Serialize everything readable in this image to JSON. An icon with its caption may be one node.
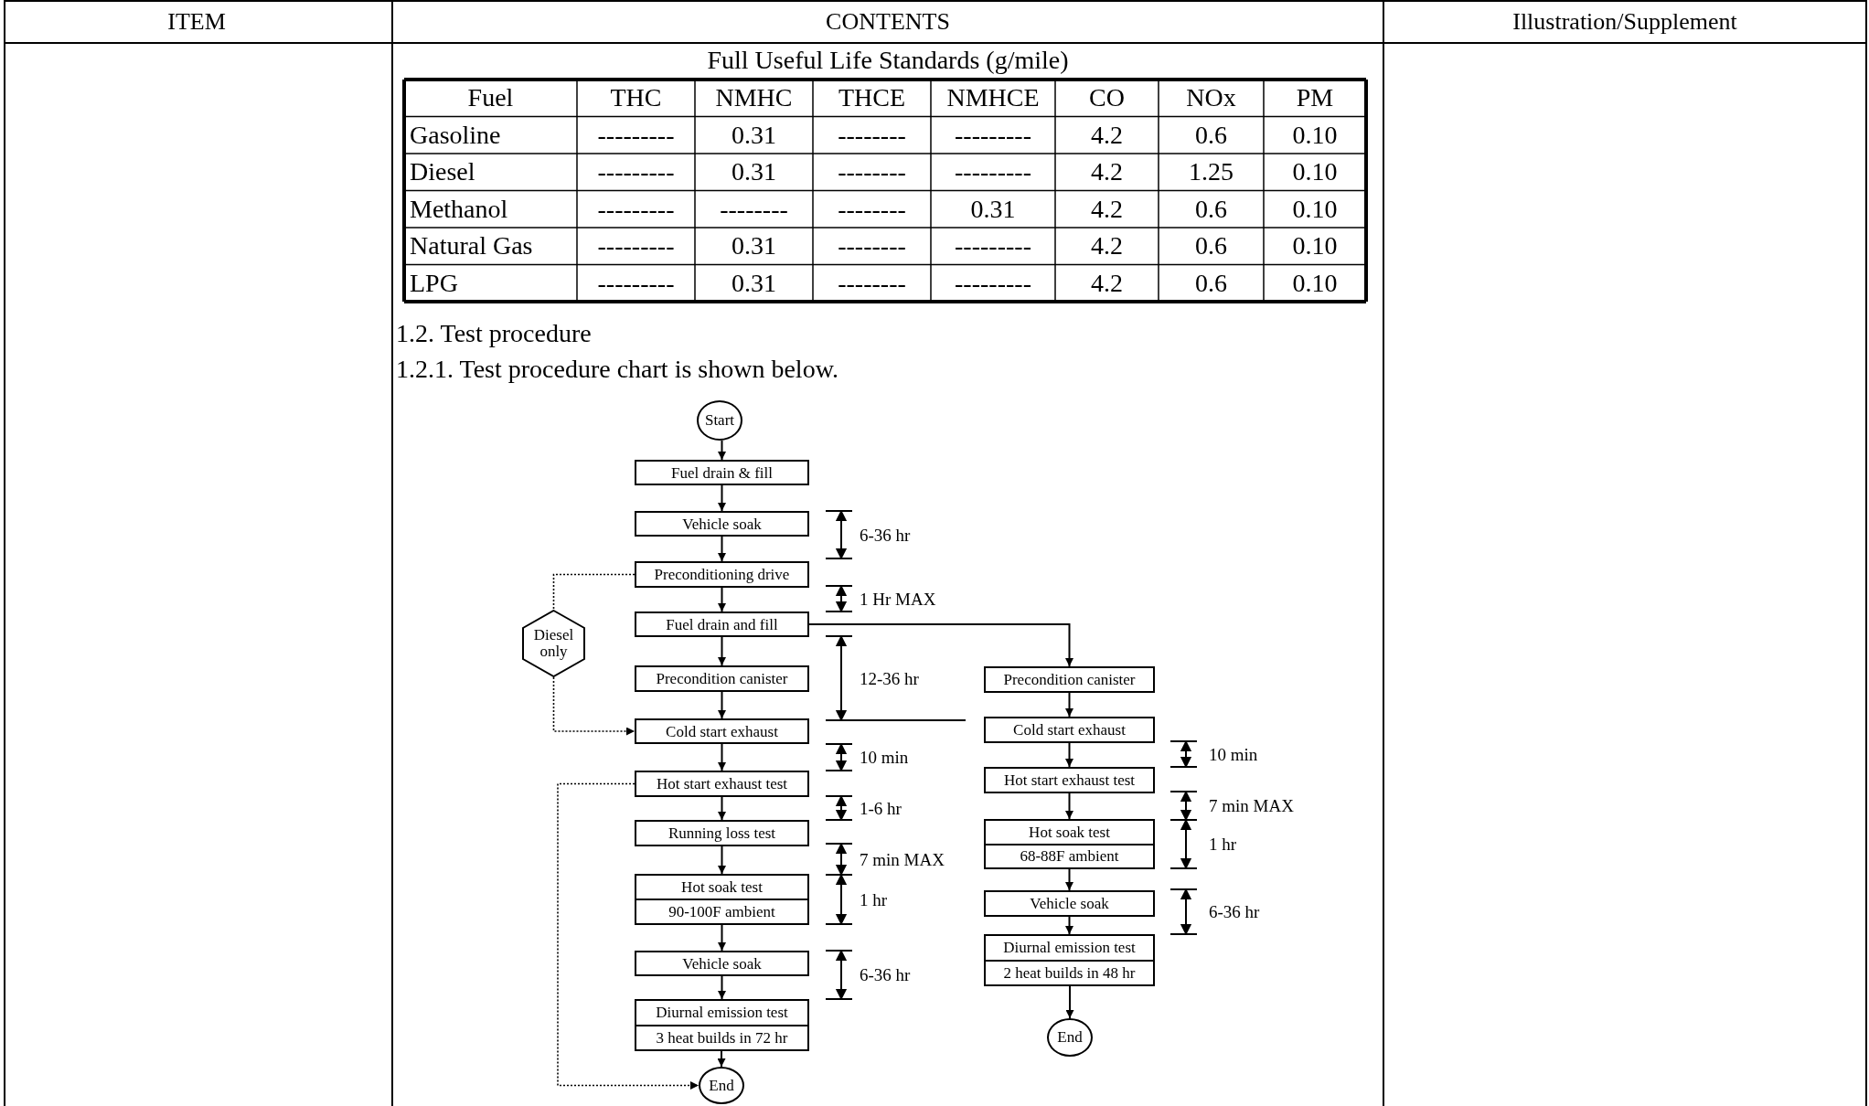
{
  "diagram": {
    "nodes": [
      {
        "text": [
          "Start"
        ]
      },
      {
        "text": [
          "Fuel drain & fill"
        ]
      },
      {
        "text": [
          "Vehicle soak"
        ]
      },
      {
        "text": [
          "Preconditioning drive"
        ]
      },
      {
        "text": [
          "Diesel only"
        ]
      },
      {
        "text": [
          "Fuel drain and fill"
        ]
      },
      {
        "text": [
          "Precondition canister"
        ]
      },
      {
        "text": [
          "Cold start exhaust"
        ]
      },
      {
        "text": [
          "Hot start exhaust test"
        ]
      },
      {
        "text": [
          "Running loss test"
        ]
      },
      {
        "text": [
          "Hot soak test",
          "90-100F ambient"
        ]
      },
      {
        "text": [
          "Vehicle soak"
        ]
      },
      {
        "text": [
          "Diurnal emission test",
          "3 heat builds in 72 hr"
        ]
      },
      {
        "text": [
          "End"
        ]
      },
      {
        "text": [
          "Precondition canister"
        ]
      },
      {
        "text": [
          "Cold start exhaust"
        ]
      },
      {
        "text": [
          "Hot start exhaust test"
        ]
      },
      {
        "text": [
          "Hot soak test",
          "68-88F ambient"
        ]
      },
      {
        "text": [
          "Vehicle soak"
        ]
      },
      {
        "text": [
          "Diurnal emission test",
          "2 heat builds in 48 hr"
        ]
      },
      {
        "text": [
          "End"
        ]
      }
    ],
    "edges": [
      {
        "from": 0,
        "to": 1,
        "arrow": "to"
      },
      {
        "from": 1,
        "to": 2,
        "arrow": "to"
      },
      {
        "from": 2,
        "to": 3,
        "arrow": "to"
      },
      {
        "from": 3,
        "to": 5,
        "arrow": "to"
      },
      {
        "from": 3,
        "to": 4,
        "arrow": "none",
        "style": "dashed"
      },
      {
        "from": 4,
        "to": 7,
        "arrow": "to",
        "style": "dashed"
      },
      {
        "from": 5,
        "to": 6,
        "arrow": "to"
      },
      {
        "from": 5,
        "to": 14,
        "arrow": "to"
      },
      {
        "from": 6,
        "to": 7,
        "arrow": "to"
      },
      {
        "from": 7,
        "to": 8,
        "arrow": "to"
      },
      {
        "from": 8,
        "to": 9,
        "arrow": "to"
      },
      {
        "from": 8,
        "to": 13,
        "arrow": "to",
        "style": "dashed"
      },
      {
        "from": 9,
        "to": 10,
        "arrow": "to"
      },
      {
        "from": 10,
        "to": 11,
        "arrow": "to"
      },
      {
        "from": 11,
        "to": 12,
        "arrow": "to"
      },
      {
        "from": 12,
        "to": 13,
        "arrow": "to"
      },
      {
        "from": 14,
        "to": 15,
        "arrow": "to"
      },
      {
        "from": 15,
        "to": 16,
        "arrow": "to"
      },
      {
        "from": 16,
        "to": 17,
        "arrow": "to"
      },
      {
        "from": 17,
        "to": 18,
        "arrow": "to"
      },
      {
        "from": 18,
        "to": 19,
        "arrow": "to"
      },
      {
        "from": 19,
        "to": 20,
        "arrow": "to"
      }
    ],
    "labels": [
      "ITEM",
      "CONTENTS",
      "Illustration/Supplement",
      "Full Useful Life Standards (g/mile)",
      "Fuel",
      "THC",
      "NMHC",
      "THCE",
      "NMHCE",
      "CO",
      "NOx",
      "PM",
      "Gasoline",
      "---------",
      "0.31",
      "--------",
      "---------",
      "4.2",
      "0.6",
      "0.10",
      "Diesel",
      "---------",
      "0.31",
      "--------",
      "---------",
      "4.2",
      "1.25",
      "0.10",
      "Methanol",
      "---------",
      "--------",
      "--------",
      "0.31",
      "4.2",
      "0.6",
      "0.10",
      "Natural Gas",
      "---------",
      "0.31",
      "--------",
      "---------",
      "4.2",
      "0.6",
      "0.10",
      "LPG",
      "---------",
      "0.31",
      "--------",
      "---------",
      "4.2",
      "0.6",
      "0.10",
      "1.2. Test procedure",
      "1.2.1. Test procedure chart is shown below.",
      "6-36 hr",
      "1 Hr MAX",
      "12-36 hr",
      "10 min",
      "1-6 hr",
      "7 min MAX",
      "1 hr",
      "6-36 hr",
      "10 min",
      "7 min MAX",
      "1 hr",
      "6-36 hr"
    ]
  }
}
